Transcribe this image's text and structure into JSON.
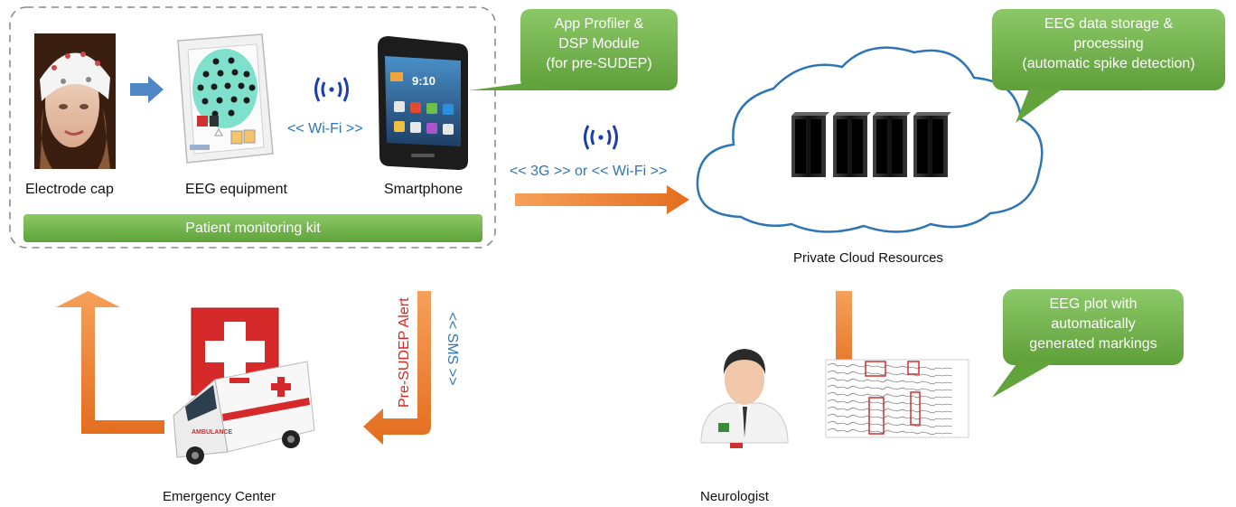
{
  "components": {
    "electrode_cap": "Electrode cap",
    "eeg_equipment": "EEG equipment",
    "smartphone": "Smartphone",
    "kit": "Patient monitoring kit",
    "cloud": "Private Cloud Resources",
    "emergency": "Emergency Center",
    "neurologist": "Neurologist"
  },
  "links": {
    "wifi_local": "<< Wi-Fi >>",
    "uplink": "<< 3G >> or << Wi-Fi >>",
    "alert": "Pre-SUDEP Alert",
    "sms": "<< SMS >>"
  },
  "callouts": {
    "phone": [
      "App Profiler &",
      "DSP Module",
      "(for pre-SUDEP)"
    ],
    "cloud": [
      "EEG data storage &",
      "processing",
      "(automatic spike detection)"
    ],
    "plot": [
      "EEG plot with",
      "automatically",
      "generated markings"
    ]
  },
  "phone_screen": {
    "time": "9:10"
  },
  "ambulance_text": "AMBULANCE",
  "colors": {
    "green": "#70ad47",
    "orange": "#ed7d31",
    "blue": "#2e75b6",
    "alert_red": "#e0231c",
    "marking_red": "#d42020"
  }
}
